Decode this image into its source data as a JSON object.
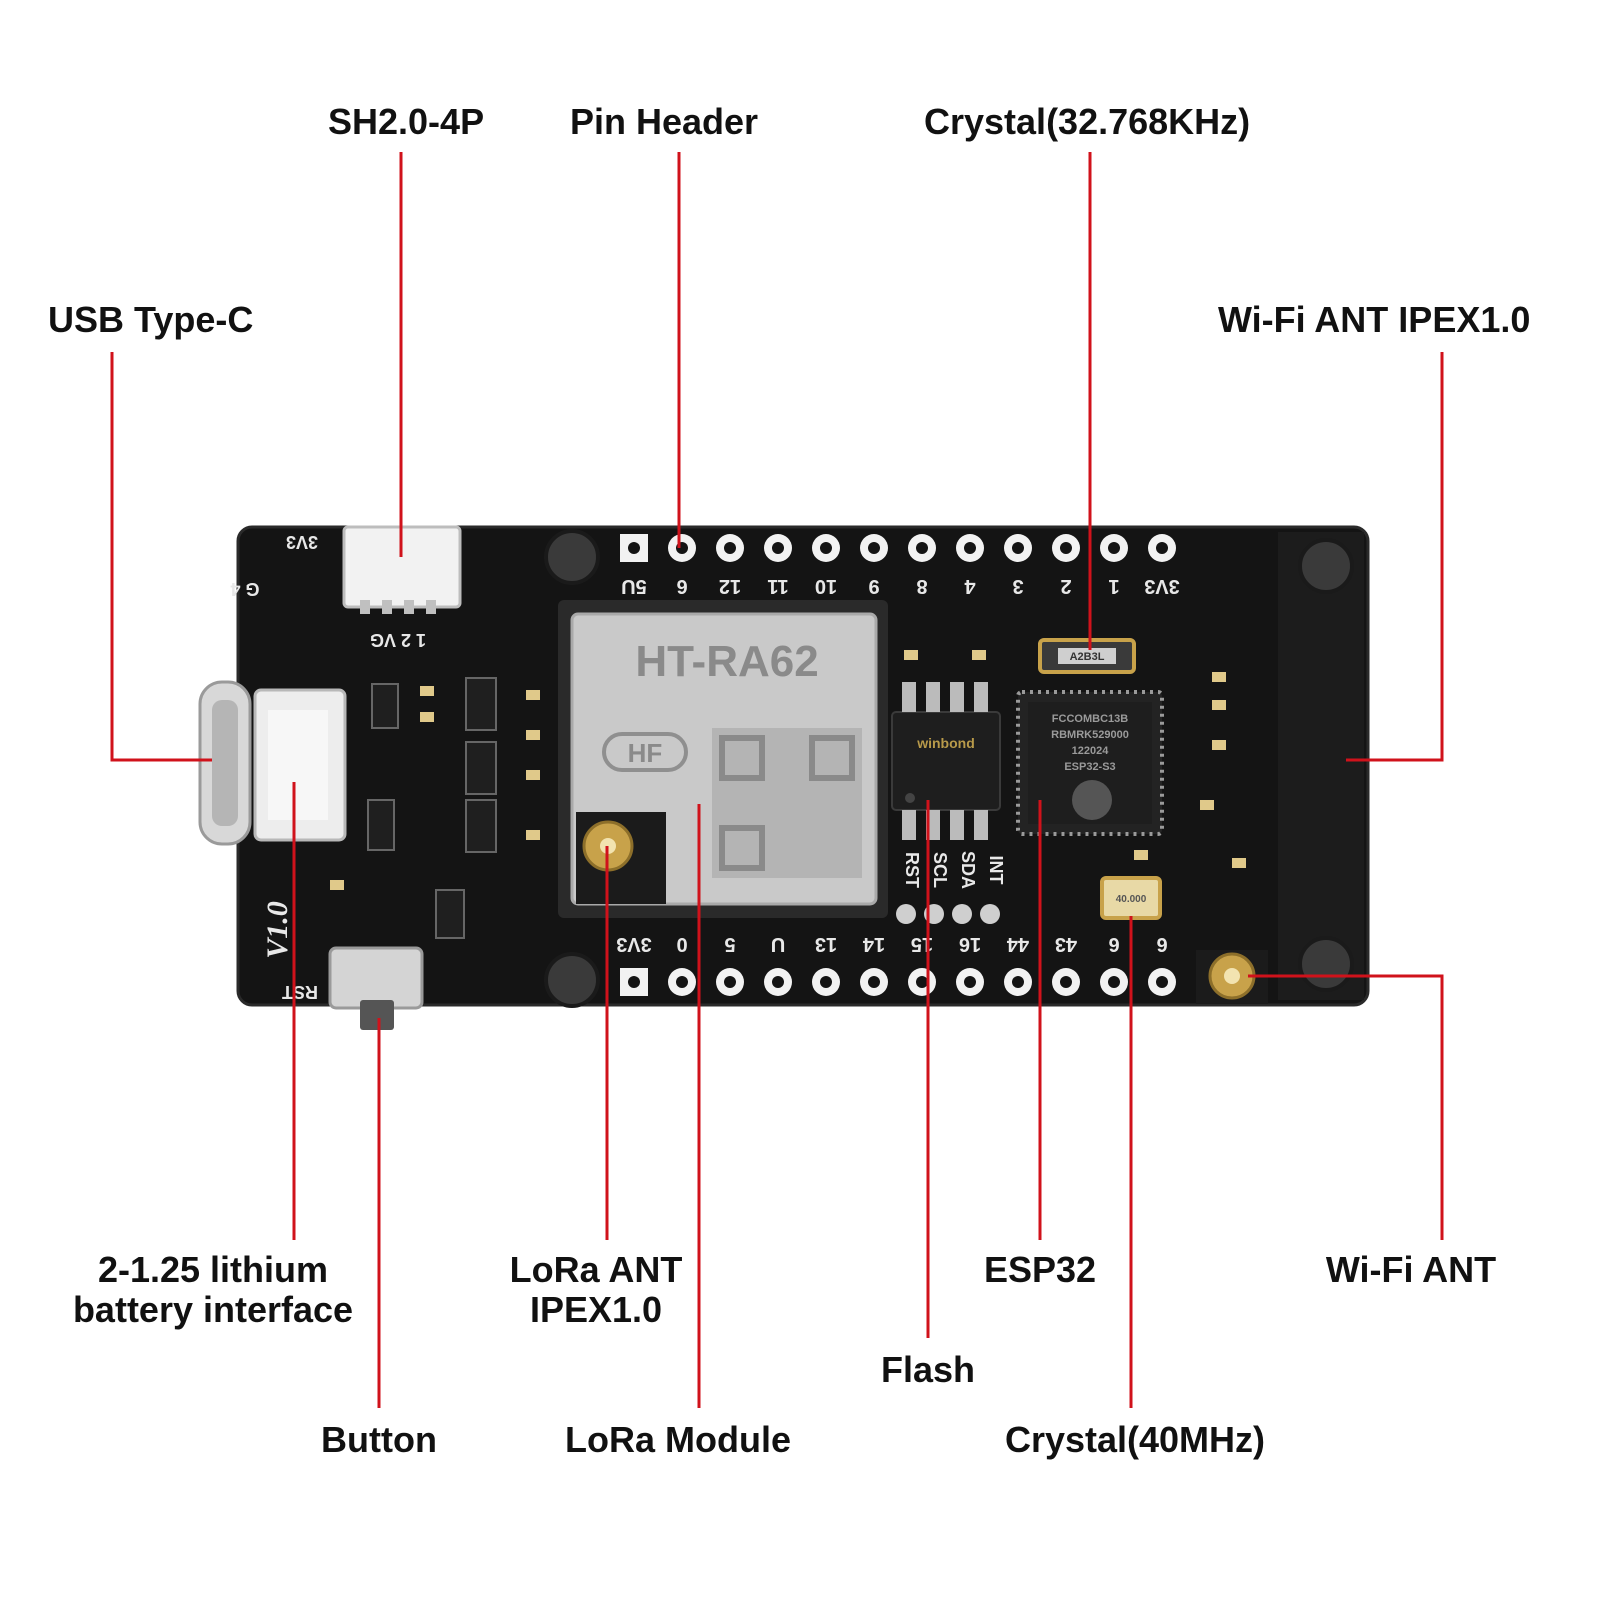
{
  "colors": {
    "leader_line": "#d0121b",
    "board": "#141414",
    "silkscreen": "#e8e8e8",
    "gold_pad": "#c8a24a",
    "shield": "#c9c9c9",
    "label_text": "#111111"
  },
  "callouts": {
    "sh20": "SH2.0-4P",
    "pin_header": "Pin Header",
    "crystal_32k": "Crystal(32.768KHz)",
    "usb_c": "USB Type-C",
    "wifi_ipex": "Wi-Fi ANT IPEX1.0",
    "battery_line1": "2-1.25 lithium",
    "battery_line2": "battery interface",
    "lora_ant_line1": "LoRa ANT",
    "lora_ant_line2": "IPEX1.0",
    "esp32": "ESP32",
    "wifi_ant": "Wi-Fi ANT",
    "flash": "Flash",
    "button": "Button",
    "lora_module": "LoRa Module",
    "crystal_40m": "Crystal(40MHz)"
  },
  "board": {
    "lora_chip_name": "HT-RA62",
    "lora_chip_badge": "HF",
    "flash_chip_text": "winbond",
    "esp_chip_line1": "FCCOMBC13B",
    "esp_chip_line2": "RBMRK529000",
    "esp_chip_line3": "122024",
    "esp_chip_line4": "ESP32-S3",
    "crystal_small_text": "A2B3L",
    "crystal_40_text": "40.000",
    "version": "V1.0",
    "rst_text": "RST",
    "silk_3v3": "3V3",
    "silk_g4": "G 4",
    "silk_12vg": "1 2 VG",
    "top_pins": [
      "5U",
      "6",
      "12",
      "11",
      "10",
      "9",
      "8",
      "4",
      "3",
      "2",
      "1",
      "3V3"
    ],
    "bottom_pins": [
      "3V3",
      "0",
      "5",
      "U",
      "13",
      "14",
      "15",
      "16",
      "44",
      "43",
      "6",
      "6"
    ],
    "i2c_labels": [
      "RST",
      "SCL",
      "SDA",
      "INT"
    ]
  }
}
